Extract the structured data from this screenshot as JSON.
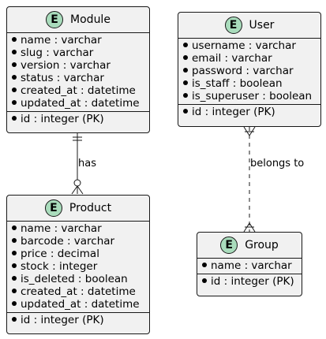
{
  "entities": [
    {
      "id": "module",
      "badge": "E",
      "name": "Module",
      "attributes": [
        "name : varchar",
        "slug : varchar",
        "version : varchar",
        "status : varchar",
        "created_at : datetime",
        "updated_at : datetime"
      ],
      "keys": [
        "id : integer (PK)"
      ]
    },
    {
      "id": "user",
      "badge": "E",
      "name": "User",
      "attributes": [
        "username : varchar",
        "email : varchar",
        "password : varchar",
        "is_staff : boolean",
        "is_superuser : boolean"
      ],
      "keys": [
        "id : integer (PK)"
      ]
    },
    {
      "id": "product",
      "badge": "E",
      "name": "Product",
      "attributes": [
        "name : varchar",
        "barcode : varchar",
        "price : decimal",
        "stock : integer",
        "is_deleted : boolean",
        "created_at : datetime",
        "updated_at : datetime"
      ],
      "keys": [
        "id : integer (PK)"
      ]
    },
    {
      "id": "group",
      "badge": "E",
      "name": "Group",
      "attributes": [
        "name : varchar"
      ],
      "keys": [
        "id : integer (PK)"
      ]
    }
  ],
  "relationships": [
    {
      "from": "module",
      "to": "product",
      "label": "has",
      "style": "solid",
      "from_cardinality": "exactly-one",
      "to_cardinality": "zero-or-many"
    },
    {
      "from": "user",
      "to": "group",
      "label": "belongs to",
      "style": "dashed",
      "from_cardinality": "one-or-many",
      "to_cardinality": "one-or-many"
    }
  ],
  "colors": {
    "entity_fill": "#f1f1f1",
    "badge_fill": "#a9dcbc",
    "line": "#181818"
  }
}
